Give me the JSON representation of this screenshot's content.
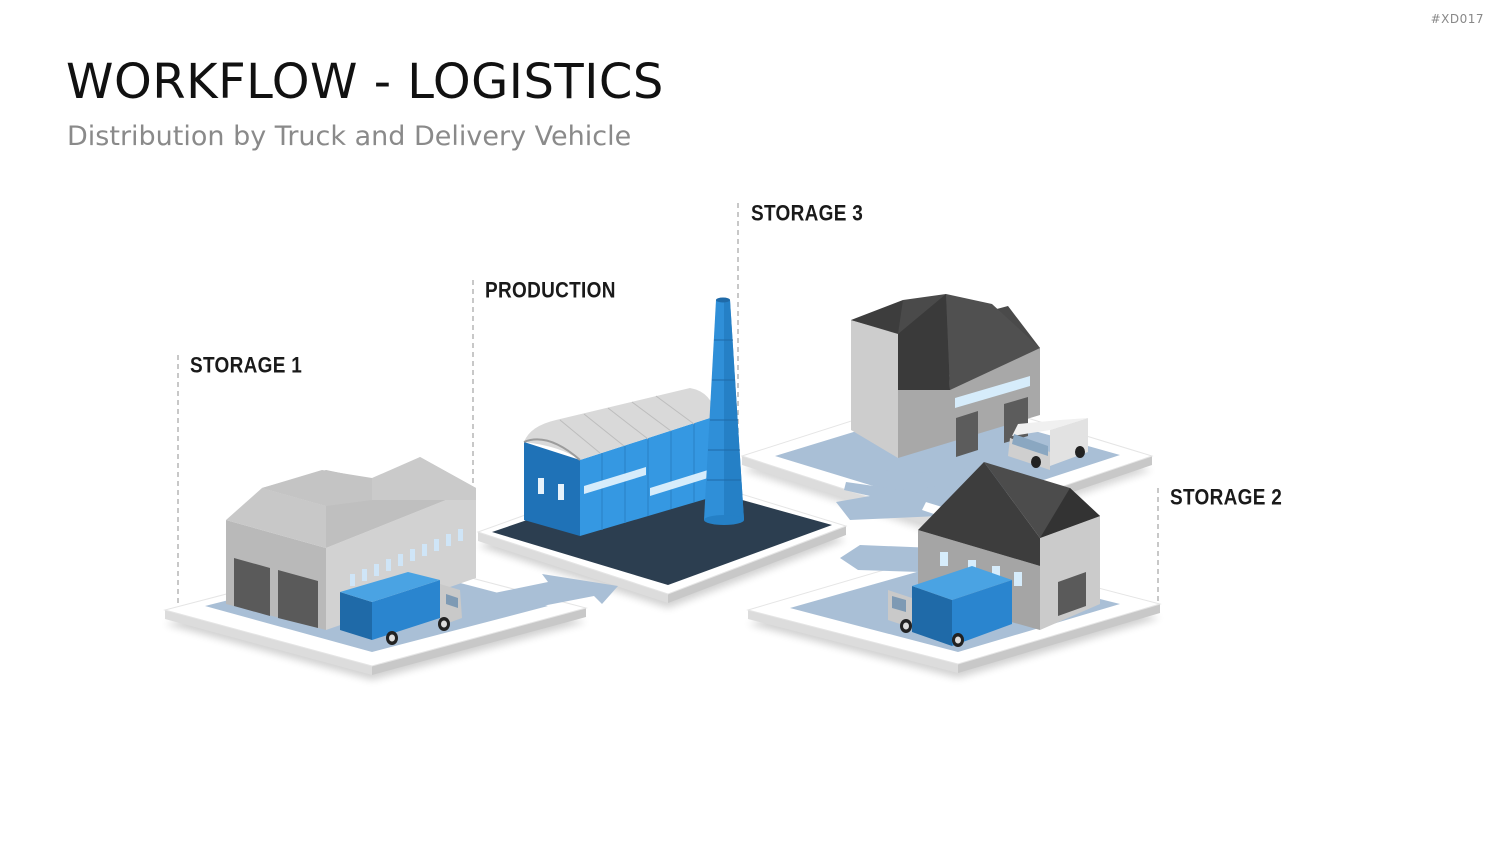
{
  "slide_id": "#XD017",
  "header": {
    "title": "WORKFLOW - LOGISTICS",
    "subtitle": "Distribution by Truck and Delivery Vehicle"
  },
  "labels": {
    "storage1": "STORAGE 1",
    "production": "PRODUCTION",
    "storage3": "STORAGE 3",
    "storage2": "STORAGE 2"
  },
  "colors": {
    "accent_blue": "#2f8fd8",
    "dark_blue": "#1f5f8f",
    "platform_dark": "#2c3e50",
    "path_blue": "#a9bfd6",
    "roof_dark": "#3f3f3f",
    "wall_gray": "#a8a8a8"
  }
}
